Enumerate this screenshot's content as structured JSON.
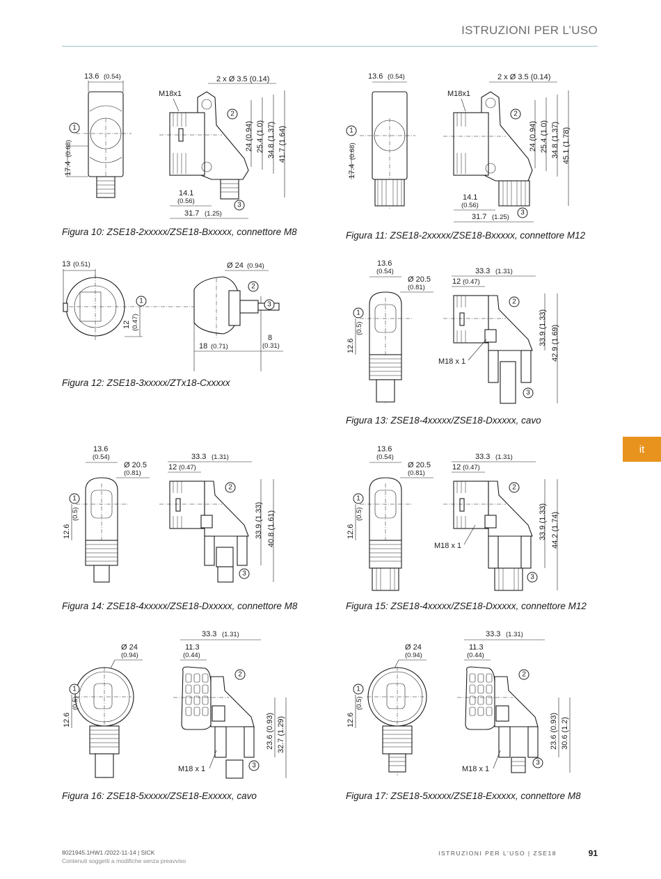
{
  "header": {
    "title": "ISTRUZIONI PER L’USO",
    "lang_tab": "it"
  },
  "markers": {
    "m1": "1",
    "m2": "2",
    "m3": "3"
  },
  "figures": {
    "f10": {
      "caption": "Figura 10: ZSE18-2xxxxx/ZSE18-Bxxxxx, connettore M8",
      "d_width": "13.6",
      "d_width_in": "(0.54)",
      "d_height": "17.4",
      "d_height_in": "(0.68)",
      "thread": "M18x1",
      "holes": "2 x Ø 3.5 (0.14)",
      "v1": "24 (0.94)",
      "v2": "25.4 (1.0)",
      "v3": "34.8 (1.37)",
      "v4": "41.7 (1.64)",
      "h1": "14.1",
      "h1_in": "(0.56)",
      "h2": "31.7",
      "h2_in": "(1.25)"
    },
    "f11": {
      "caption": "Figura 11: ZSE18-2xxxxx/ZSE18-Bxxxxx, connettore M12",
      "d_width": "13.6",
      "d_width_in": "(0.54)",
      "d_height": "17.4",
      "d_height_in": "(0.68)",
      "thread": "M18x1",
      "holes": "2 x Ø 3.5 (0.14)",
      "v1": "24 (0.94)",
      "v2": "25.4 (1.0)",
      "v3": "34.8 (1.37)",
      "v4": "45.1 (1.78)",
      "h1": "14.1",
      "h1_in": "(0.56)",
      "h2": "31.7",
      "h2_in": "(1.25)"
    },
    "f12": {
      "caption": "Figura 12: ZSE18-3xxxxx/ZTx18-Cxxxxx",
      "d_width": "13",
      "d_width_in": "(0.51)",
      "d_diam": "Ø 24",
      "d_diam_in": "(0.94)",
      "v1": "12",
      "v1_in": "(0.47)",
      "h1": "18",
      "h1_in": "(0.71)",
      "h2": "8",
      "h2_in": "(0.31)"
    },
    "f13": {
      "caption": "Figura 13: ZSE18-4xxxxx/ZSE18-Dxxxxx, cavo",
      "d_width": "13.6",
      "d_width_in": "(0.54)",
      "d_diam": "Ø 20.5",
      "d_diam_in": "(0.81)",
      "d_height": "12.6",
      "d_height_in": "(0.5)",
      "top1": "33.3",
      "top1_in": "(1.31)",
      "top2": "12",
      "top2_in": "(0.47)",
      "v1": "33.9 (1.33)",
      "v2": "42.9 (1.69)",
      "thread": "M18 x 1"
    },
    "f14": {
      "caption": "Figura 14: ZSE18-4xxxxx/ZSE18-Dxxxxx, connettore M8",
      "d_width": "13.6",
      "d_width_in": "(0.54)",
      "d_diam": "Ø 20.5",
      "d_diam_in": "(0.81)",
      "d_height": "12.6",
      "d_height_in": "(0.5)",
      "top1": "33.3",
      "top1_in": "(1.31)",
      "top2": "12",
      "top2_in": "(0.47)",
      "v1": "33.9 (1.33)",
      "v2": "40.8 (1.61)"
    },
    "f15": {
      "caption": "Figura 15: ZSE18-4xxxxx/ZSE18-Dxxxxx, connettore M12",
      "d_width": "13.6",
      "d_width_in": "(0.54)",
      "d_diam": "Ø 20.5",
      "d_diam_in": "(0.81)",
      "d_height": "12.6",
      "d_height_in": "(0.5)",
      "top1": "33.3",
      "top1_in": "(1.31)",
      "top2": "12",
      "top2_in": "(0.47)",
      "v1": "33.9 (1.33)",
      "v2": "44.2 (1.74)",
      "thread": "M18 x 1"
    },
    "f16": {
      "caption": "Figura 16: ZSE18-5xxxxx/ZSE18-Exxxxx, cavo",
      "d_diam": "Ø 24",
      "d_diam_in": "(0.94)",
      "d_height": "12.6",
      "d_height_in": "(0.5)",
      "top1": "33.3",
      "top1_in": "(1.31)",
      "top2": "11.3",
      "top2_in": "(0.44)",
      "v1": "23.6 (0.93)",
      "v2": "32.7 (1.29)",
      "thread": "M18 x 1"
    },
    "f17": {
      "caption": "Figura 17: ZSE18-5xxxxx/ZSE18-Exxxxx, connettore M8",
      "d_diam": "Ø 24",
      "d_diam_in": "(0.94)",
      "d_height": "12.6",
      "d_height_in": "(0.5)",
      "top1": "33.3",
      "top1_in": "(1.31)",
      "top2": "11.3",
      "top2_in": "(0.44)",
      "v1": "23.6 (0.93)",
      "v2": "30.6 (1.2)",
      "thread": "M18 x 1"
    }
  },
  "footer": {
    "left": "8021945.1HW1 /2022-11-14 | SICK",
    "left_sub": "Contenuti soggetti a modifiche senza preavviso",
    "right": "ISTRUZIONI PER L’USO | ZSE18",
    "page": "91"
  }
}
